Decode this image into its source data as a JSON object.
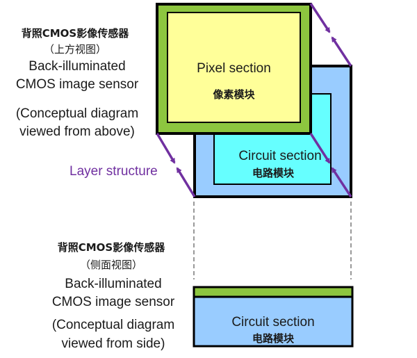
{
  "top_view": {
    "title_cn": "背照CMOS影像传感器",
    "subtitle_cn": "（上方视图）",
    "title_en_1": "Back-illuminated",
    "title_en_2": "CMOS image sensor",
    "desc_1": "(Conceptual diagram",
    "desc_2": "viewed from above)",
    "layer_label": "Layer structure",
    "pixel_en": "Pixel section",
    "pixel_cn": "像素模块",
    "circuit_en": "Circuit section",
    "circuit_cn": "电路模块"
  },
  "side_view": {
    "title_cn": "背照CMOS影像传感器",
    "subtitle_cn": "（侧面视图）",
    "title_en_1": "Back-illuminated",
    "title_en_2": "CMOS image sensor",
    "desc_1": "(Conceptual diagram",
    "desc_2": "viewed from side)",
    "circuit_en": "Circuit section",
    "circuit_cn": "电路模块"
  },
  "colors": {
    "green": "#8dc63f",
    "yellow": "#ffff99",
    "blue": "#99ccff",
    "cyan": "#66ffff",
    "purple": "#7030a0"
  }
}
